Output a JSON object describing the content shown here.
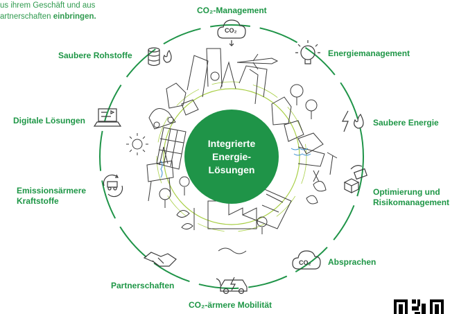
{
  "intro": {
    "line1": "us ihrem Geschäft und aus",
    "line2_prefix": "artnerschaften ",
    "line2_bold": "einbringen."
  },
  "center": {
    "line1": "Integrierte",
    "line2": "Energie-",
    "line3": "Lösungen"
  },
  "labels": {
    "co2_management": "CO₂-Management",
    "energiemanagement": "Energiemanagement",
    "saubere_energie": "Saubere Energie",
    "optimierung_line1": "Optimierung und",
    "optimierung_line2": "Risikomanagement",
    "absprachen": "Absprachen",
    "co2_mobilitaet": "CO₂-ärmere Mobilität",
    "partnerschaften": "Partnerschaften",
    "emissions_line1": "Emissionsärmere",
    "emissions_line2": "Kraftstoffe",
    "digitale": "Digitale Lösungen",
    "rohstoffe": "Saubere Rohstoffe"
  },
  "icon_text": {
    "co2": "CO₂"
  },
  "colors": {
    "green": "#1f9448",
    "light_green": "#a8cf45",
    "ink": "#3a3a3a"
  }
}
